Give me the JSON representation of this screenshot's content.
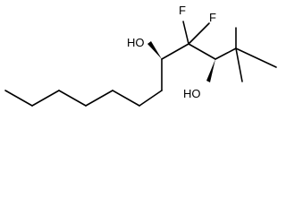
{
  "labels": {
    "f_left": "F",
    "f_right": "F",
    "oh_left": "HO",
    "oh_right": "HO"
  },
  "colors": {
    "bond": "#000000",
    "background": "#ffffff"
  }
}
